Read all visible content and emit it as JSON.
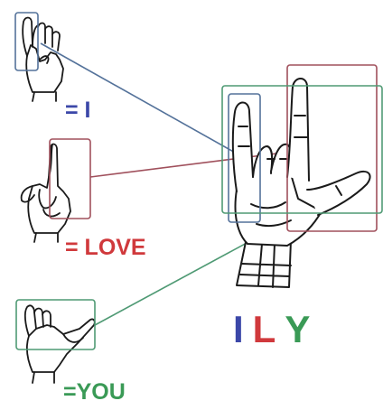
{
  "labels": {
    "i": "= I",
    "love": "= LOVE",
    "you": "=YOU"
  },
  "ily": {
    "i": "I",
    "l": "L",
    "y": "Y"
  },
  "colors": {
    "i": "#3b47a8",
    "love": "#d0393c",
    "you": "#3a9a56",
    "box_i": "#54729a",
    "box_love": "#a0505c",
    "box_you": "#4f9a74",
    "ink": "#1a1a1a"
  },
  "icons": [
    "hand-sign-i-icon",
    "hand-sign-love-icon",
    "hand-sign-you-icon",
    "hand-sign-ily-icon"
  ]
}
